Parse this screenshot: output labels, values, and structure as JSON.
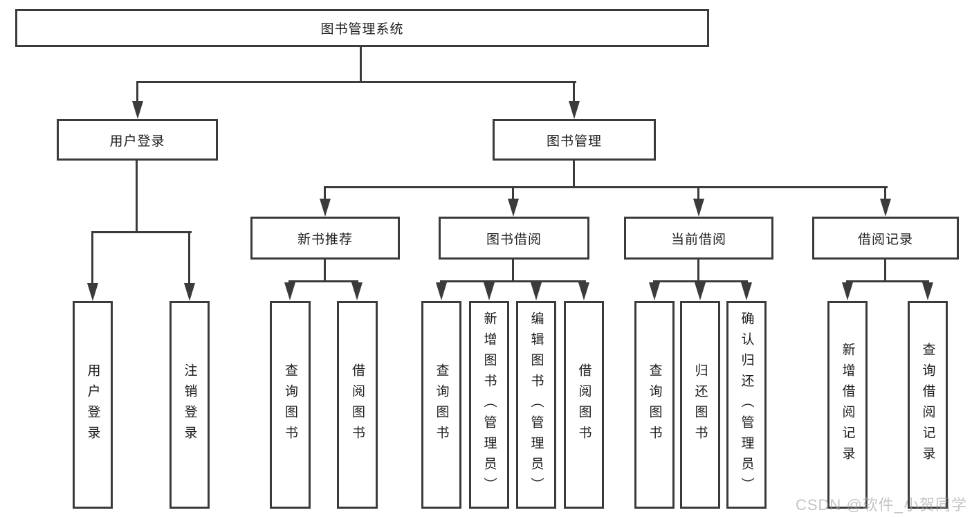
{
  "tree": {
    "root": {
      "label": "图书管理系统"
    },
    "branches": [
      {
        "label": "用户登录",
        "children": [
          {
            "label": "用户登录"
          },
          {
            "label": "注销登录"
          }
        ]
      },
      {
        "label": "图书管理",
        "children": [
          {
            "label": "新书推荐",
            "children": [
              {
                "label": "查询图书"
              },
              {
                "label": "借阅图书"
              }
            ]
          },
          {
            "label": "图书借阅",
            "children": [
              {
                "label": "查询图书"
              },
              {
                "label": "新增图书（管理员）"
              },
              {
                "label": "编辑图书（管理员）"
              },
              {
                "label": "借阅图书"
              }
            ]
          },
          {
            "label": "当前借阅",
            "children": [
              {
                "label": "查询图书"
              },
              {
                "label": "归还图书"
              },
              {
                "label": "确认归还（管理员）"
              }
            ]
          },
          {
            "label": "借阅记录",
            "children": [
              {
                "label": "新增借阅记录"
              },
              {
                "label": "查询借阅记录"
              }
            ]
          }
        ]
      }
    ]
  },
  "watermark": {
    "text": "CSDN @软件_小贺同学"
  },
  "colors": {
    "line": "#3b3b3b",
    "text": "#1e1e1e",
    "watermark": "#c8c8c8",
    "background": "#ffffff"
  }
}
